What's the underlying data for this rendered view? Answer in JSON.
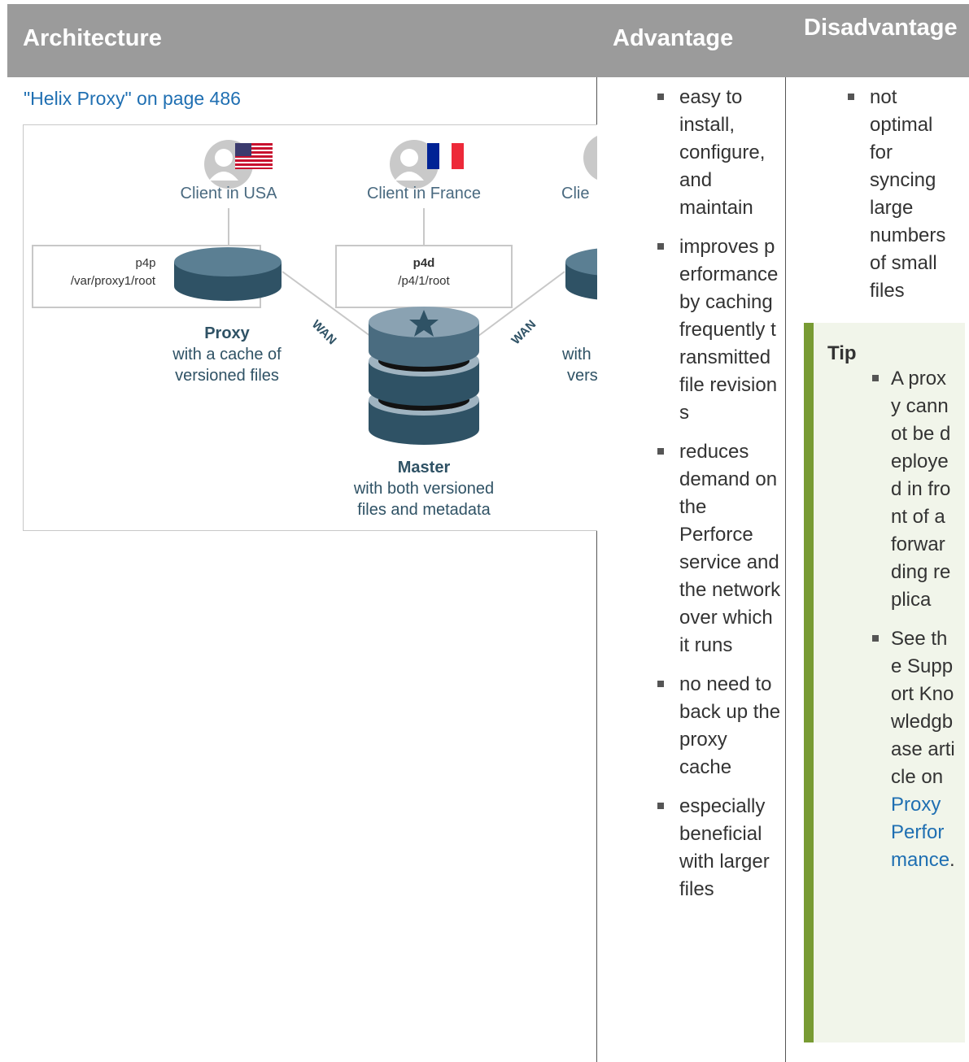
{
  "header": {
    "architecture": "Architecture",
    "advantage": "Advantage",
    "disadvantage": "Disadvantage"
  },
  "architecture": {
    "link_text": "\"Helix Proxy\" on page 486",
    "diagram": {
      "client_usa": "Client in USA",
      "client_france": "Client in France",
      "client_third": "Clie",
      "proxy_box_line1": "p4p",
      "proxy_box_line2": "/var/proxy1/root",
      "master_box_line1": "p4d",
      "master_box_line2": "/p4/1/root",
      "proxy_title": "Proxy",
      "proxy_desc_1": "with a cache of",
      "proxy_desc_2": "versioned files",
      "wan_left": "WAN",
      "wan_right": "WAN",
      "right_desc_1": "with",
      "right_desc_2": "vers",
      "master_title": "Master",
      "master_desc_1": "with both versioned",
      "master_desc_2": "files and metadata"
    }
  },
  "advantages": [
    "easy to install, configure, and maintain",
    "improves performance by caching frequently transmitted file revisions",
    "reduces demand on the Perforce service and the network over which it runs",
    "no need to back up the proxy cache",
    "especially beneficial with larger files"
  ],
  "disadvantages": [
    "not optimal for syncing large numbers of small files"
  ],
  "tip": {
    "title": "Tip",
    "item1": "A proxy cannot be deployed in front of a forwarding replica",
    "item2_prefix": "See the Support Knowledgbase article on ",
    "item2_link": "Proxy Performance",
    "item2_suffix": "."
  },
  "colors": {
    "header_bg": "#9b9b9b",
    "link": "#1f6fb2",
    "tip_bar": "#789b33",
    "tip_bg": "#f1f5ea",
    "db_dark": "#2f5265",
    "db_light": "#9fb3c0"
  }
}
